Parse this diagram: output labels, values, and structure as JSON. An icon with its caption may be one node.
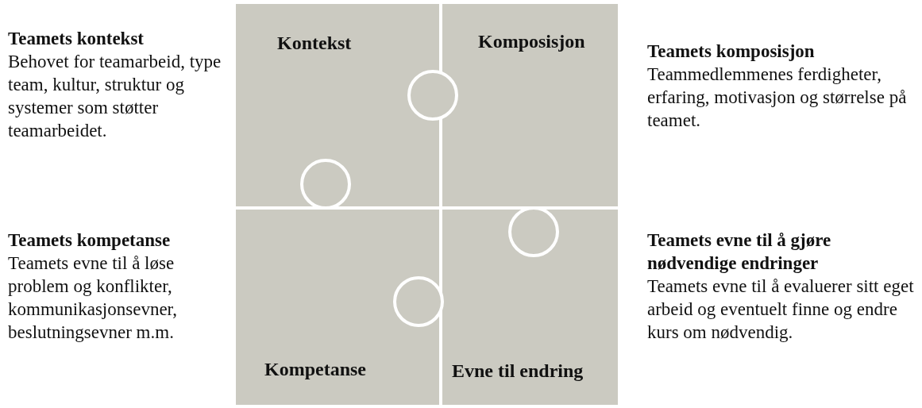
{
  "diagram": {
    "nodes": [
      {
        "text": [
          "Kontekst"
        ],
        "beside": [
          "Teamets kontekst",
          "Behovet for teamarbeid, type team, kultur, struktur og systemer som støtter teamarbeidet."
        ]
      },
      {
        "text": [
          "Komposisjon"
        ],
        "beside": [
          "Teamets komposisjon",
          "Teammedlemmenes ferdigheter, erfaring, motivasjon og størrelse på teamet."
        ]
      },
      {
        "text": [
          "Kompetanse"
        ],
        "beside": [
          "Teamets kompetanse",
          "Teamets evne til å løse problem og konflikter, kommunikasjonsevner, beslutningsevner m.m."
        ]
      },
      {
        "text": [
          "Evne til endring"
        ],
        "beside": [
          "Teamets evne til å gjøre nødvendige endringer",
          "Teamets evne til å evaluerer sitt eget arbeid og eventuelt finne og endre kurs om nødvendig."
        ]
      }
    ]
  }
}
